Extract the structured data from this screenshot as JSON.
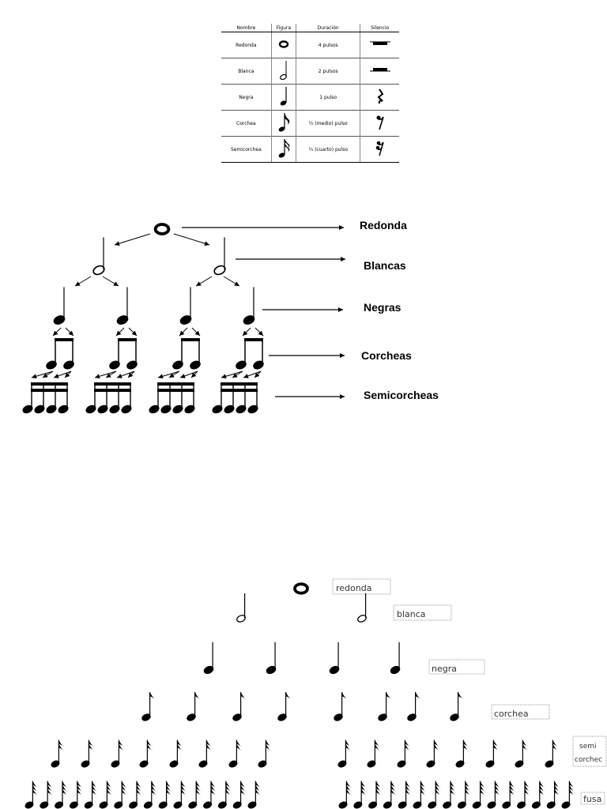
{
  "table": {
    "headers": [
      "Nombre",
      "Figura",
      "Duración",
      "Silencio"
    ],
    "rows": [
      {
        "name": "Redonda",
        "figure": "whole-note-icon",
        "duration": "4 pulsos",
        "rest": "whole-rest-icon"
      },
      {
        "name": "Blanca",
        "figure": "half-note-icon",
        "duration": "2 pulsos",
        "rest": "half-rest-icon"
      },
      {
        "name": "Negra",
        "figure": "quarter-note-icon",
        "duration": "1 pulso",
        "rest": "quarter-rest-icon"
      },
      {
        "name": "Corchea",
        "figure": "eighth-note-icon",
        "duration": "½ (medio) pulso",
        "rest": "eighth-rest-icon"
      },
      {
        "name": "Semicorchea",
        "figure": "sixteenth-note-icon",
        "duration": "¼ (cuarto) pulso",
        "rest": "sixteenth-rest-icon"
      }
    ]
  },
  "tree1": {
    "labels": [
      "Redonda",
      "Blancas",
      "Negras",
      "Corcheas",
      "Semicorcheas"
    ]
  },
  "tree2": {
    "labels": {
      "redonda": "redonda",
      "blanca": "blanca",
      "negra": "negra",
      "corchea": "corchea",
      "semi_line1": "semi",
      "semi_line2": "corchec",
      "fusa": "fusa"
    }
  }
}
